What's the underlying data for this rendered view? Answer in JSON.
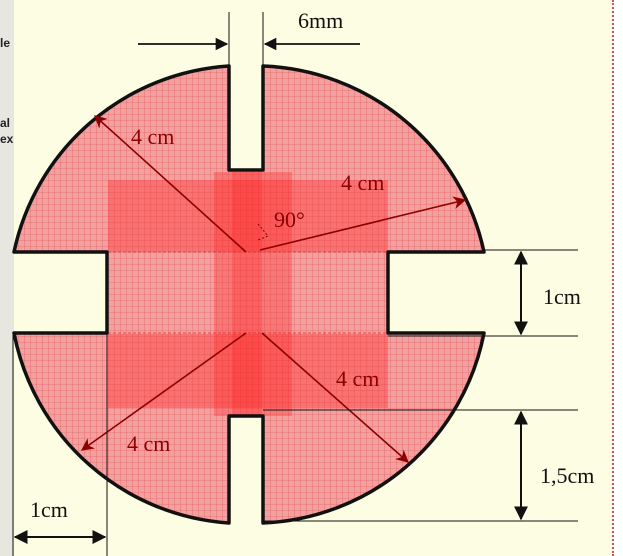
{
  "diagram": {
    "labels": {
      "slot_width": "6mm",
      "radius_top_left": "4 cm",
      "radius_top_right": "4 cm",
      "angle": "90°",
      "notch_height": "1cm",
      "radius_bottom_right": "4 cm",
      "radius_bottom_left": "4 cm",
      "lower_height": "1,5cm",
      "bottom_width": "1cm"
    },
    "sidebar_text": [
      "le",
      "al",
      "ex"
    ],
    "colors": {
      "disc_fill": "#f3a0a0",
      "grid_line": "#e05050",
      "cross_fill": "#ff2020",
      "outline": "#111111",
      "arrow": "#8b0000",
      "background": "#fdfde3"
    }
  }
}
